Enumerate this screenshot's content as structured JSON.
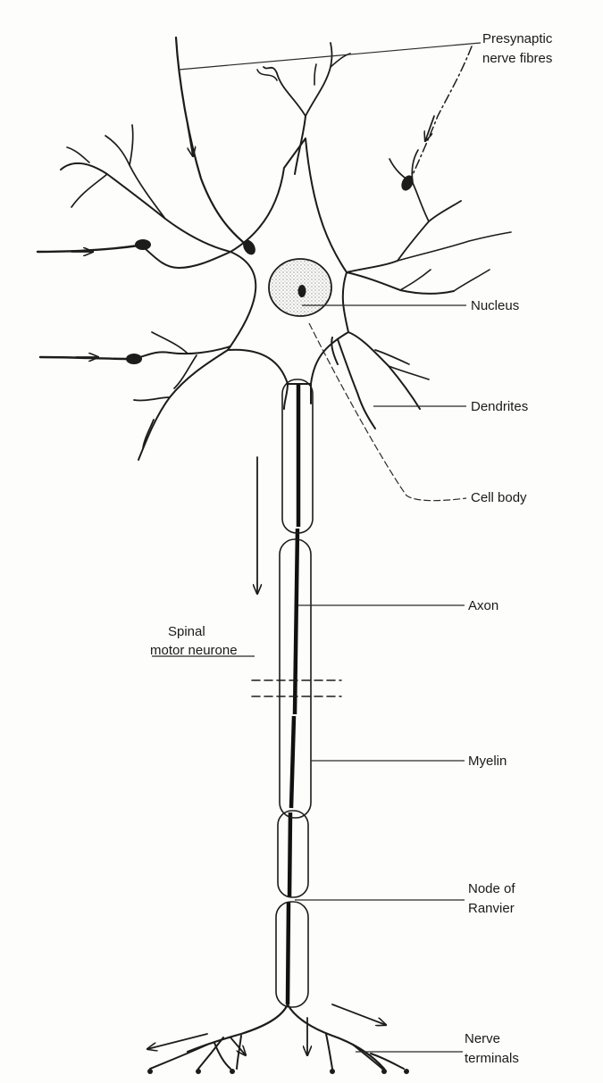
{
  "labels": {
    "presynaptic_line1": "Presynaptic",
    "presynaptic_line2": "nerve fibres",
    "nucleus": "Nucleus",
    "dendrites": "Dendrites",
    "cell_body": "Cell body",
    "axon": "Axon",
    "spinal_line1": "Spinal",
    "spinal_line2": "motor neurone",
    "myelin": "Myelin",
    "node_line1": "Node of",
    "node_line2": "Ranvier",
    "terminals_line1": "Nerve",
    "terminals_line2": "terminals"
  },
  "colors": {
    "ink": "#1c1c1c",
    "background": "#fdfdfb",
    "cytoplasm_stipple": "#bdbdbd"
  }
}
